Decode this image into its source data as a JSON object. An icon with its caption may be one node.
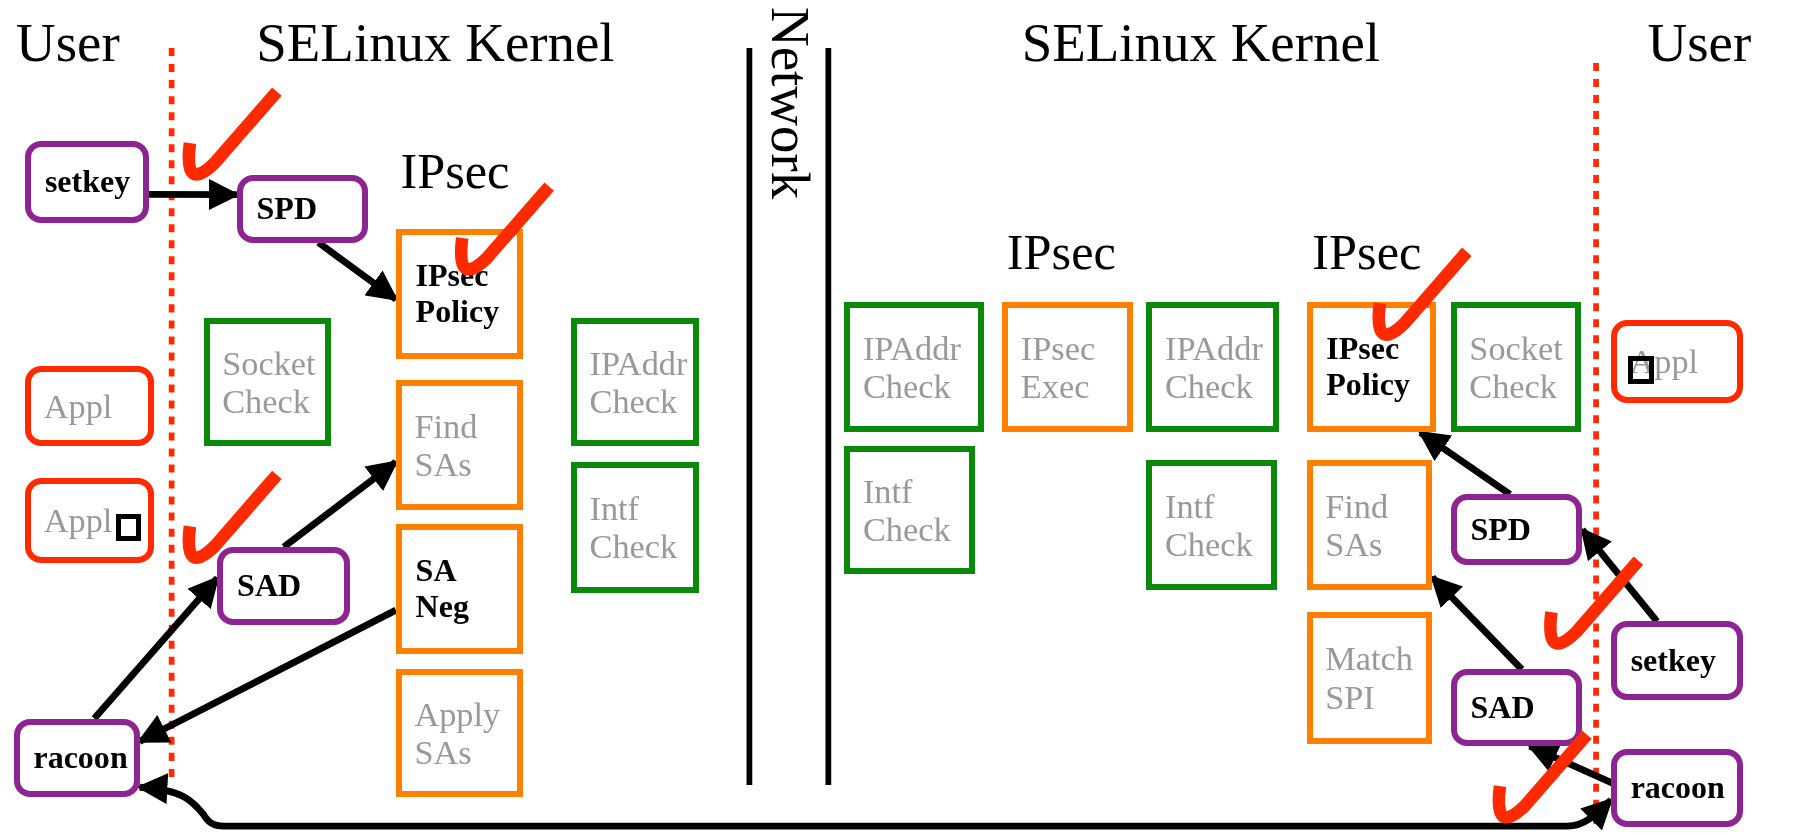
{
  "diagram": {
    "nodes": [
      {
        "text": [
          "setkey"
        ]
      },
      {
        "text": [
          "SPD"
        ]
      },
      {
        "text": [
          "IPsec Policy"
        ]
      },
      {
        "text": [
          "Socket Check"
        ]
      },
      {
        "text": [
          "Appl"
        ]
      },
      {
        "text": [
          "Find SAs"
        ]
      },
      {
        "text": [
          "IPAddr Check"
        ]
      },
      {
        "text": [
          "Appl"
        ]
      },
      {
        "text": [
          "Intf Check"
        ]
      },
      {
        "text": [
          "SA Neg"
        ]
      },
      {
        "text": [
          "SAD"
        ]
      },
      {
        "text": [
          "Apply SAs"
        ]
      },
      {
        "text": [
          "racoon"
        ]
      },
      {
        "text": [
          "IPAddr Check"
        ]
      },
      {
        "text": [
          "IPsec Exec"
        ]
      },
      {
        "text": [
          "IPAddr Check"
        ]
      },
      {
        "text": [
          "IPsec Policy"
        ]
      },
      {
        "text": [
          "Socket Check"
        ]
      },
      {
        "text": [
          "Appl"
        ]
      },
      {
        "text": [
          "Intf Check"
        ]
      },
      {
        "text": [
          "Intf Check"
        ]
      },
      {
        "text": [
          "Find SAs"
        ]
      },
      {
        "text": [
          "SPD"
        ]
      },
      {
        "text": [
          "Match SPI"
        ]
      },
      {
        "text": [
          "setkey"
        ]
      },
      {
        "text": [
          "SAD"
        ]
      },
      {
        "text": [
          "racoon"
        ]
      }
    ],
    "edges": [
      {
        "from": 0,
        "to": 1,
        "arrow": "to"
      },
      {
        "from": 1,
        "to": 2,
        "arrow": "to"
      },
      {
        "from": 10,
        "to": 5,
        "arrow": "to"
      },
      {
        "from": 12,
        "to": 10,
        "arrow": "to"
      },
      {
        "from": 9,
        "to": 12,
        "arrow": "to"
      },
      {
        "from": 12,
        "to": 26,
        "arrow": "both"
      },
      {
        "from": 22,
        "to": 16,
        "arrow": "to"
      },
      {
        "from": 24,
        "to": 22,
        "arrow": "to"
      },
      {
        "from": 25,
        "to": 21,
        "arrow": "to"
      },
      {
        "from": 26,
        "to": 25,
        "arrow": "to"
      }
    ],
    "labels": [
      "User",
      "SELinux Kernel",
      "Network",
      "SELinux Kernel",
      "User",
      "IPsec",
      "IPsec",
      "IPsec"
    ]
  }
}
